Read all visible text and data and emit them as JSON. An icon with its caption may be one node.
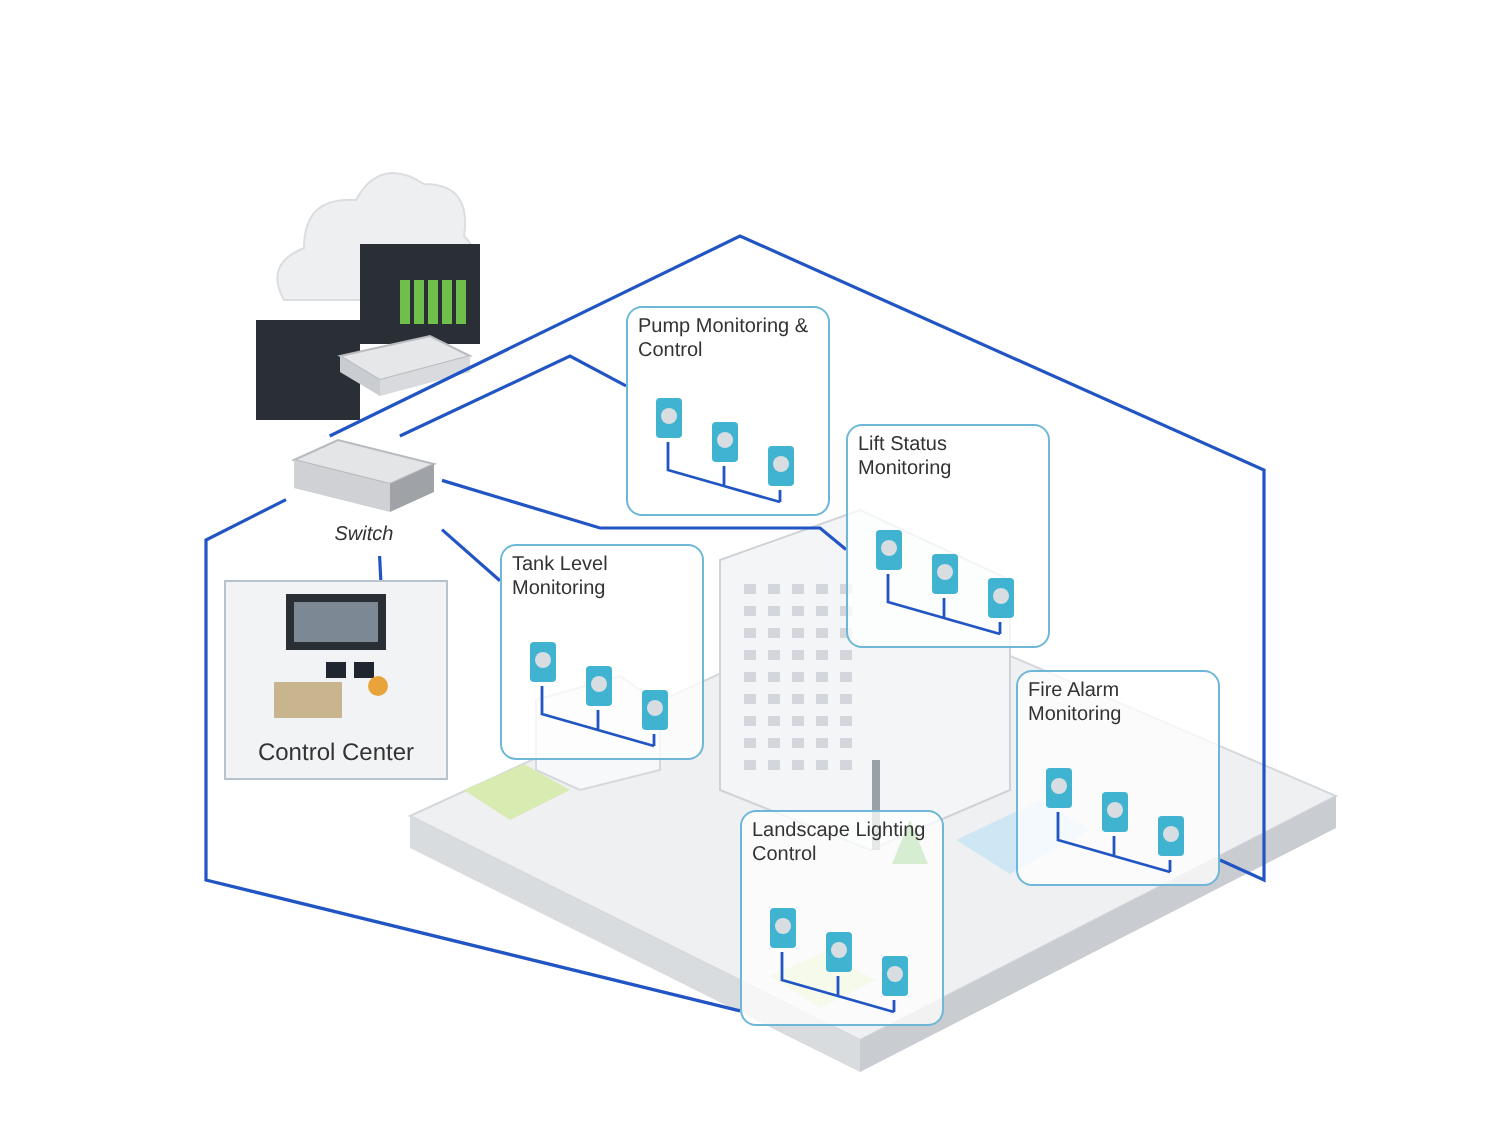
{
  "diagram": {
    "nodes": [
      {
        "text": [
          "Switch"
        ]
      },
      {
        "text": [
          "Control Center"
        ]
      },
      {
        "text": [
          "Pump Monitoring & Control"
        ]
      },
      {
        "text": [
          "Lift Status Monitoring"
        ]
      },
      {
        "text": [
          "Tank Level Monitoring"
        ]
      },
      {
        "text": [
          "Fire Alarm Monitoring"
        ]
      },
      {
        "text": [
          "Landscape Lighting Control"
        ]
      }
    ],
    "edges": [
      {
        "from": 0,
        "to": 1,
        "arrow": "none"
      },
      {
        "from": 0,
        "to": 2,
        "arrow": "none"
      },
      {
        "from": 0,
        "to": 3,
        "arrow": "none"
      },
      {
        "from": 0,
        "to": 4,
        "arrow": "none"
      },
      {
        "from": 0,
        "to": 5,
        "arrow": "none"
      },
      {
        "from": 0,
        "to": 6,
        "arrow": "none"
      }
    ]
  }
}
